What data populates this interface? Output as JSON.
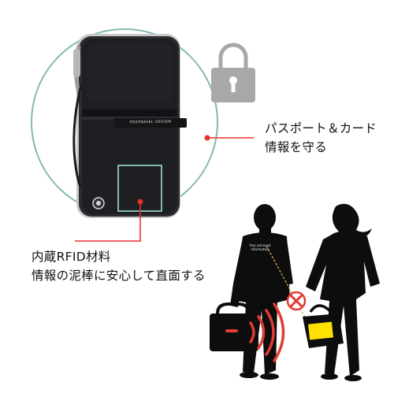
{
  "colors": {
    "teal_ring": "#86b9ad",
    "callout_red": "#e8322c",
    "wallet_body": "#1d1f22",
    "lock_gray": "#a8a8a8",
    "rfid_wave": "#e23a35",
    "silhouette": "#0d0d0d"
  },
  "icons": {
    "lock": "padlock-icon",
    "block": "no-entry-cross-icon",
    "waves": "rfid-signal-waves"
  },
  "captions": {
    "passport_line1": "パスポート＆カード",
    "passport_line2": "情報を守る",
    "rfid_line1": "内蔵RFID材料",
    "rfid_line2": "情報の泥棒に安心して直面する"
  },
  "wallet": {
    "brand_label": "POXTRAVEL DESIGN"
  },
  "scene": {
    "tag_line1": "Your personal",
    "tag_line2": "information"
  }
}
